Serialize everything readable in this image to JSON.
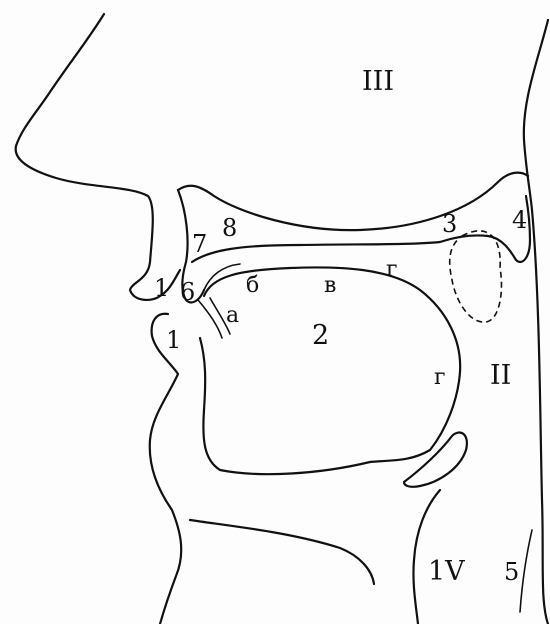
{
  "labels": {
    "region_III": "III",
    "region_II": "II",
    "region_IV": "1V",
    "num_1_upper_lip": "1",
    "num_1_lower_lip": "1",
    "num_2": "2",
    "num_3": "3",
    "num_4": "4",
    "num_5": "5",
    "num_6": "6",
    "num_7": "7",
    "num_8": "8",
    "letter_a": "a",
    "letter_b": "б",
    "letter_v": "в",
    "letter_g": "г",
    "letter_g_upper": "г"
  }
}
